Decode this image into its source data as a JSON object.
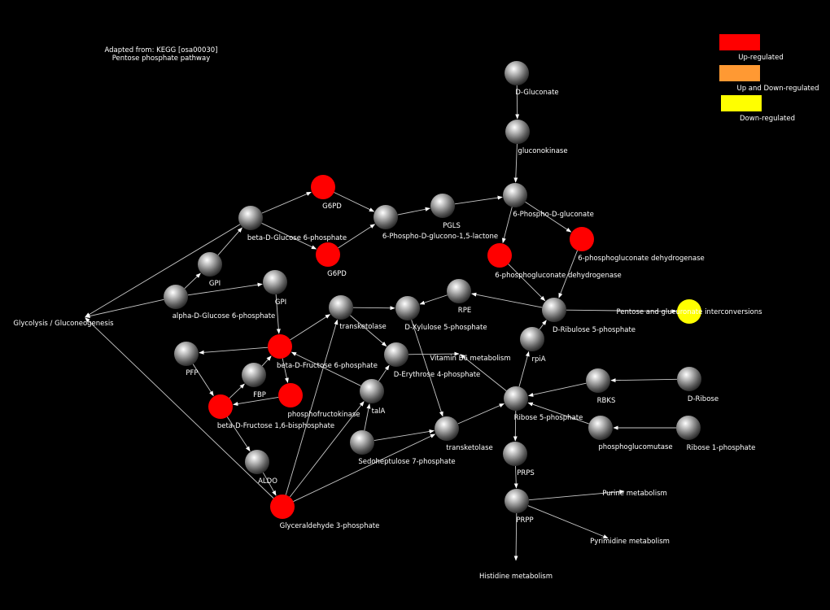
{
  "caption": {
    "line1": "Adapted from: KEGG [osa00030]",
    "line2": "Pentose phosphate pathway"
  },
  "legend": [
    {
      "label": "Up-regulated",
      "color": "#ff0000"
    },
    {
      "label": "Up and Down-regulated",
      "color": "#ff9933"
    },
    {
      "label": "Down-regulated",
      "color": "#ffff00"
    }
  ],
  "colors": {
    "up": "#ff0000",
    "down": "#ffff00",
    "neutral": "sphere-gray",
    "edge": "#c8c8c8"
  },
  "nodes": [
    {
      "id": "n_dgluconate",
      "label": "D-Gluconate",
      "status": "neutral"
    },
    {
      "id": "n_gluconokinase",
      "label": "gluconokinase",
      "status": "neutral"
    },
    {
      "id": "n_6pg",
      "label": "6-Phospho-D-gluconate",
      "status": "neutral"
    },
    {
      "id": "n_pgls",
      "label": "PGLS",
      "status": "neutral"
    },
    {
      "id": "n_6pglac",
      "label": "6-Phospho-D-glucono-1,5-lactone",
      "status": "neutral"
    },
    {
      "id": "n_g6pd1",
      "label": "G6PD",
      "status": "up"
    },
    {
      "id": "n_g6pd2",
      "label": "G6PD",
      "status": "up"
    },
    {
      "id": "n_bg6p",
      "label": "beta-D-Glucose 6-phosphate",
      "status": "neutral"
    },
    {
      "id": "n_gpi1",
      "label": "GPI",
      "status": "neutral"
    },
    {
      "id": "n_ag6p",
      "label": "alpha-D-Glucose 6-phosphate",
      "status": "neutral"
    },
    {
      "id": "n_gpi2",
      "label": "GPI",
      "status": "neutral"
    },
    {
      "id": "n_pgd1",
      "label": "6-phosphogluconate dehydrogenase",
      "status": "up"
    },
    {
      "id": "n_pgd2",
      "label": "6-phosphogluconate dehydrogenase",
      "status": "up"
    },
    {
      "id": "n_ru5p",
      "label": "D-Ribulose 5-phosphate",
      "status": "neutral"
    },
    {
      "id": "n_pgi",
      "label": "Pentose and glucuronate interconversions",
      "status": "down"
    },
    {
      "id": "n_rpe",
      "label": "RPE",
      "status": "neutral"
    },
    {
      "id": "n_x5p",
      "label": "D-Xylulose 5-phosphate",
      "status": "neutral"
    },
    {
      "id": "n_tk1",
      "label": "transketolase",
      "status": "neutral"
    },
    {
      "id": "n_bf6p",
      "label": "beta-D-Fructose 6-phosphate",
      "status": "up"
    },
    {
      "id": "n_pfp",
      "label": "PFP",
      "status": "neutral"
    },
    {
      "id": "n_fbp",
      "label": "FBP",
      "status": "neutral"
    },
    {
      "id": "n_pfk",
      "label": "phosphofructokinase",
      "status": "up"
    },
    {
      "id": "n_bf16bp",
      "label": "beta-D-Fructose 1,6-bisphosphate",
      "status": "up"
    },
    {
      "id": "n_aldo",
      "label": "ALDO",
      "status": "neutral"
    },
    {
      "id": "n_g3p",
      "label": "Glyceraldehyde 3-phosphate",
      "status": "up"
    },
    {
      "id": "n_e4p",
      "label": "D-Erythrose 4-phosphate",
      "status": "neutral"
    },
    {
      "id": "n_tala",
      "label": "talA",
      "status": "neutral"
    },
    {
      "id": "n_s7p",
      "label": "Sedoheptulose 7-phosphate",
      "status": "neutral"
    },
    {
      "id": "n_tk2",
      "label": "transketolase",
      "status": "neutral"
    },
    {
      "id": "n_r5p",
      "label": "Ribose 5-phosphate",
      "status": "neutral"
    },
    {
      "id": "n_rpia",
      "label": "rpiA",
      "status": "neutral"
    },
    {
      "id": "n_rbks",
      "label": "RBKS",
      "status": "neutral"
    },
    {
      "id": "n_dribose",
      "label": "D-Ribose",
      "status": "neutral"
    },
    {
      "id": "n_pgm",
      "label": "phosphoglucomutase",
      "status": "neutral"
    },
    {
      "id": "n_r1p",
      "label": "Ribose 1-phosphate",
      "status": "neutral"
    },
    {
      "id": "n_prps",
      "label": "PRPS",
      "status": "neutral"
    },
    {
      "id": "n_prpp",
      "label": "PRPP",
      "status": "neutral"
    }
  ],
  "pathways": [
    {
      "id": "p_glyco",
      "label": "Glycolysis / Gluconeogenesis"
    },
    {
      "id": "p_b6",
      "label": "Vitamin B6 metabolism"
    },
    {
      "id": "p_purine",
      "label": "Purine metabolism"
    },
    {
      "id": "p_pyrim",
      "label": "Pyrimidine metabolism"
    },
    {
      "id": "p_histidine",
      "label": "Histidine metabolism"
    }
  ],
  "edges": [
    [
      "n_dgluconate",
      "n_gluconokinase"
    ],
    [
      "n_gluconokinase",
      "n_6pg"
    ],
    [
      "n_pgls",
      "n_6pg"
    ],
    [
      "n_6pglac",
      "n_pgls"
    ],
    [
      "n_g6pd1",
      "n_6pglac"
    ],
    [
      "n_g6pd2",
      "n_6pglac"
    ],
    [
      "n_bg6p",
      "n_g6pd1"
    ],
    [
      "n_bg6p",
      "n_g6pd2"
    ],
    [
      "n_gpi1",
      "n_bg6p"
    ],
    [
      "n_ag6p",
      "n_gpi1"
    ],
    [
      "n_ag6p",
      "n_gpi2"
    ],
    [
      "n_bg6p",
      "p_glyco"
    ],
    [
      "n_ag6p",
      "p_glyco"
    ],
    [
      "n_g3p",
      "p_glyco"
    ],
    [
      "n_6pg",
      "n_pgd1"
    ],
    [
      "n_6pg",
      "n_pgd2"
    ],
    [
      "n_pgd1",
      "n_ru5p"
    ],
    [
      "n_pgd2",
      "n_ru5p"
    ],
    [
      "n_ru5p",
      "n_pgi"
    ],
    [
      "n_ru5p",
      "n_rpe"
    ],
    [
      "n_rpe",
      "n_x5p"
    ],
    [
      "n_gpi2",
      "n_bf6p"
    ],
    [
      "n_bf6p",
      "n_tk1"
    ],
    [
      "n_tk1",
      "n_x5p"
    ],
    [
      "n_tk1",
      "n_e4p"
    ],
    [
      "n_e4p",
      "p_b6"
    ],
    [
      "n_bf6p",
      "n_pfp"
    ],
    [
      "n_pfp",
      "n_bf16bp"
    ],
    [
      "n_bf16bp",
      "n_fbp"
    ],
    [
      "n_fbp",
      "n_bf6p"
    ],
    [
      "n_bf6p",
      "n_pfk"
    ],
    [
      "n_pfk",
      "n_bf16bp"
    ],
    [
      "n_bf16bp",
      "n_aldo"
    ],
    [
      "n_aldo",
      "n_g3p"
    ],
    [
      "n_g3p",
      "n_tk1"
    ],
    [
      "n_g3p",
      "n_tala"
    ],
    [
      "n_g3p",
      "n_tk2"
    ],
    [
      "n_tala",
      "n_bf6p"
    ],
    [
      "n_tala",
      "n_e4p"
    ],
    [
      "n_s7p",
      "n_tala"
    ],
    [
      "n_s7p",
      "n_tk2"
    ],
    [
      "n_x5p",
      "n_tk2"
    ],
    [
      "n_tk2",
      "n_r5p"
    ],
    [
      "n_r5p",
      "n_rpia"
    ],
    [
      "n_rpia",
      "n_ru5p"
    ],
    [
      "n_r5p",
      "p_b6"
    ],
    [
      "n_dribose",
      "n_rbks"
    ],
    [
      "n_rbks",
      "n_r5p"
    ],
    [
      "n_r1p",
      "n_pgm"
    ],
    [
      "n_pgm",
      "n_r5p"
    ],
    [
      "n_r5p",
      "n_prps"
    ],
    [
      "n_prps",
      "n_prpp"
    ],
    [
      "n_prpp",
      "p_purine"
    ],
    [
      "n_prpp",
      "p_pyrim"
    ],
    [
      "n_prpp",
      "p_histidine"
    ]
  ]
}
